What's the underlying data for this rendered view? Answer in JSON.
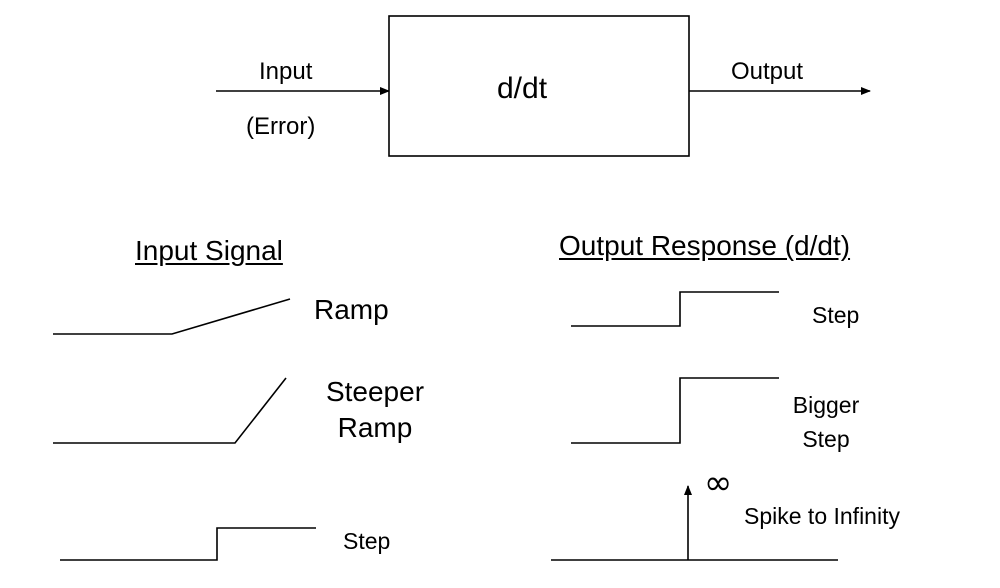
{
  "block": {
    "label": "d/dt",
    "input_label": "Input",
    "input_sublabel": "(Error)",
    "output_label": "Output"
  },
  "input_column": {
    "heading": "Input Signal",
    "signals": [
      {
        "label": "Ramp"
      },
      {
        "label_line1": "Steeper",
        "label_line2": "Ramp"
      },
      {
        "label": "Step"
      }
    ]
  },
  "output_column": {
    "heading": "Output Response (d/dt)",
    "responses": [
      {
        "label": "Step"
      },
      {
        "label_line1": "Bigger",
        "label_line2": "Step"
      },
      {
        "label": "Spike to Infinity",
        "symbol": "∞"
      }
    ]
  },
  "colors": {
    "line": "#000000",
    "background": "#ffffff"
  }
}
